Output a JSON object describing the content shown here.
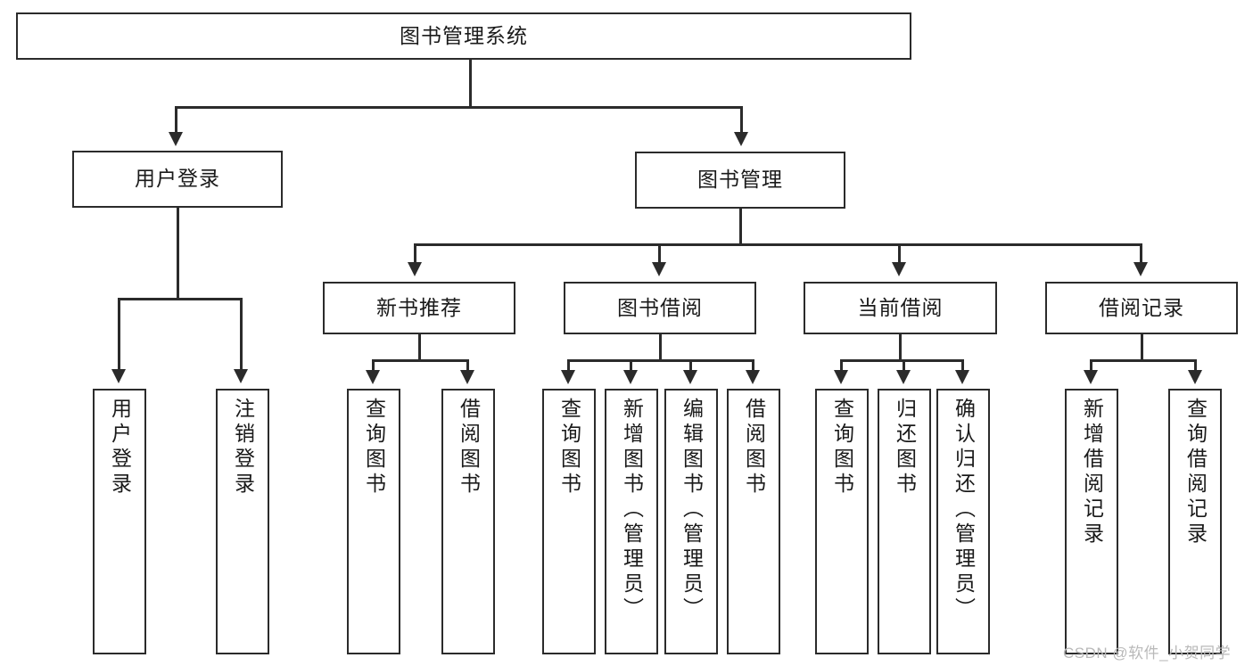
{
  "diagram": {
    "title": "图书管理系统",
    "type": "tree-hierarchy",
    "root": {
      "id": "root",
      "label": "图书管理系统"
    },
    "level2": [
      {
        "id": "user-login",
        "label": "用户登录"
      },
      {
        "id": "book-management",
        "label": "图书管理"
      }
    ],
    "level3": [
      {
        "id": "new-book-recommend",
        "label": "新书推荐",
        "parent": "book-management"
      },
      {
        "id": "book-borrow",
        "label": "图书借阅",
        "parent": "book-management"
      },
      {
        "id": "current-borrow",
        "label": "当前借阅",
        "parent": "book-management"
      },
      {
        "id": "borrow-record",
        "label": "借阅记录",
        "parent": "book-management"
      }
    ],
    "leaves": {
      "user_login": [
        {
          "id": "leaf-user-login",
          "label": "用户登录"
        },
        {
          "id": "leaf-logout-login",
          "label": "注销登录"
        }
      ],
      "new_book_recommend": [
        {
          "id": "leaf-query-book-1",
          "label": "查询图书"
        },
        {
          "id": "leaf-borrow-book-1",
          "label": "借阅图书"
        }
      ],
      "book_borrow": [
        {
          "id": "leaf-query-book-2",
          "label": "查询图书"
        },
        {
          "id": "leaf-add-book",
          "label": "新增图书（管理员）"
        },
        {
          "id": "leaf-edit-book",
          "label": "编辑图书（管理员）"
        },
        {
          "id": "leaf-borrow-book-2",
          "label": "借阅图书"
        }
      ],
      "current_borrow": [
        {
          "id": "leaf-query-book-3",
          "label": "查询图书"
        },
        {
          "id": "leaf-return-book",
          "label": "归还图书"
        },
        {
          "id": "leaf-confirm-return",
          "label": "确认归还（管理员）"
        }
      ],
      "borrow_record": [
        {
          "id": "leaf-add-record",
          "label": "新增借阅记录"
        },
        {
          "id": "leaf-query-record",
          "label": "查询借阅记录"
        }
      ]
    }
  },
  "watermark": {
    "text": "CSDN @软件_小贺同学"
  },
  "colors": {
    "stroke": "#2b2b2b",
    "fill": "#ffffff",
    "text": "#1a1a1a",
    "watermark": "#b9b9b9"
  }
}
